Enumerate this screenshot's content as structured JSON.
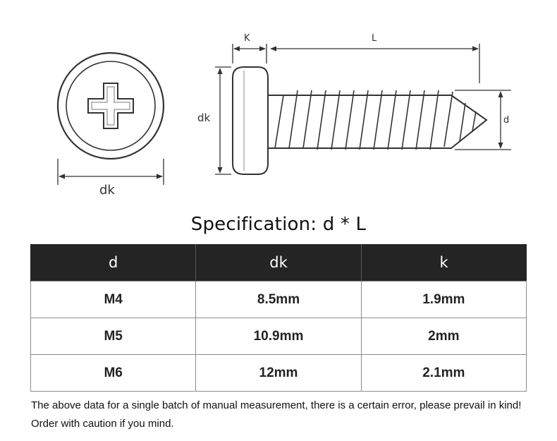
{
  "diagram": {
    "labels": {
      "head_diameter": "dk",
      "side_head_diameter": "dk",
      "head_height": "K",
      "length": "L",
      "thread_diameter": "d"
    }
  },
  "spec_title": "Specification: d * L",
  "table": {
    "headers": [
      "d",
      "dk",
      "k"
    ],
    "rows": [
      [
        "M4",
        "8.5mm",
        "1.9mm"
      ],
      [
        "M5",
        "10.9mm",
        "2mm"
      ],
      [
        "M6",
        "12mm",
        "2.1mm"
      ]
    ]
  },
  "note": "The above data for a single batch of manual measurement, there is a certain error, please prevail in kind! Order with caution if you mind.",
  "colors": {
    "table_header_bg": "#242424",
    "table_header_text": "#ffffff",
    "line_art": "#333333"
  }
}
